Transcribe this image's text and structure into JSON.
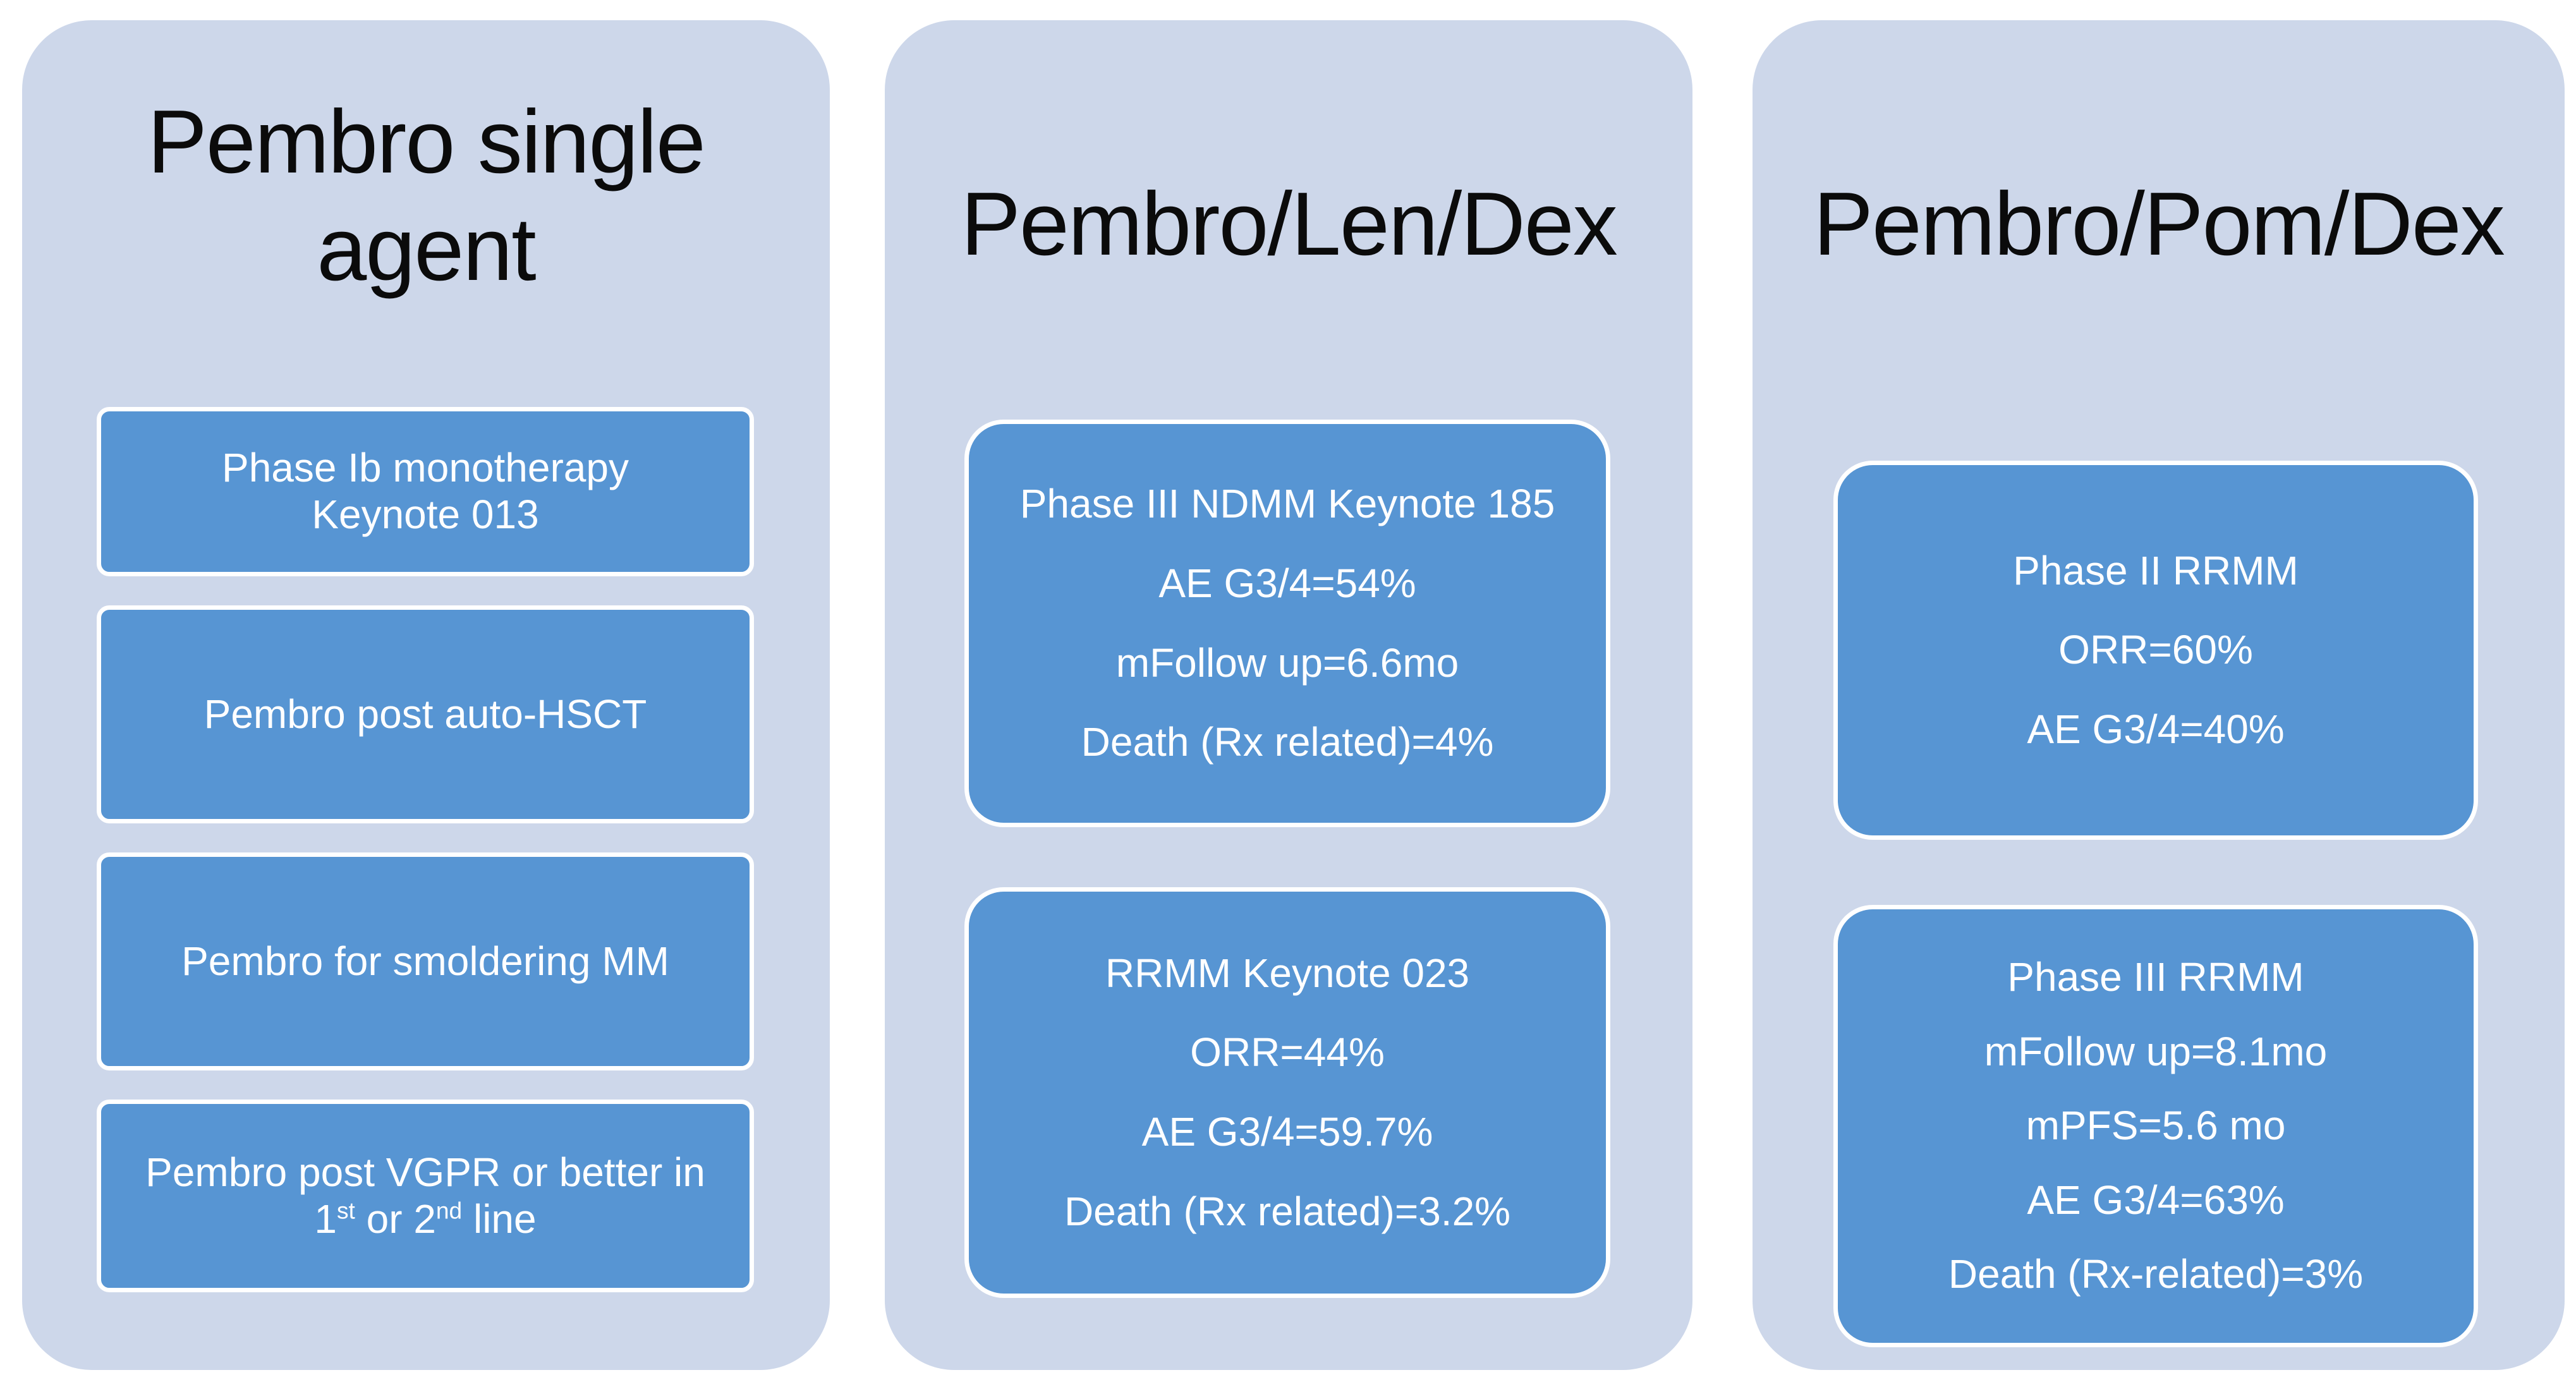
{
  "colors": {
    "page_background": "#ffffff",
    "panel_fill": "#cdd7ea",
    "box_fill": "#5795d3",
    "box_border": "#ffffff",
    "title_text": "#0b0b0b",
    "box_text": "#ffffff"
  },
  "columns": [
    {
      "title": "Pembro single agent",
      "title_lines": "Pembro single\nagent",
      "boxes": [
        {
          "lines": [
            "Phase Ib monotherapy",
            "Keynote 013"
          ]
        },
        {
          "lines": [
            "Pembro post auto-HSCT"
          ]
        },
        {
          "lines": [
            "Pembro for smoldering MM"
          ]
        },
        {
          "lines": [
            "Pembro post VGPR or better in"
          ],
          "line2": [
            "1",
            " or 2",
            " line"
          ],
          "sups": [
            "st",
            "nd"
          ]
        }
      ]
    },
    {
      "title": "Pembro/Len/Dex",
      "boxes": [
        {
          "lines": [
            "Phase III NDMM Keynote 185",
            "AE G3/4=54%",
            "mFollow up=6.6mo",
            "Death (Rx related)=4%"
          ]
        },
        {
          "lines": [
            "RRMM Keynote 023",
            "ORR=44%",
            "AE G3/4=59.7%",
            "Death (Rx related)=3.2%"
          ]
        }
      ]
    },
    {
      "title": "Pembro/Pom/Dex",
      "boxes": [
        {
          "lines": [
            "Phase II RRMM",
            "ORR=60%",
            "AE G3/4=40%"
          ]
        },
        {
          "lines": [
            "Phase III RRMM",
            "mFollow up=8.1mo",
            "mPFS=5.6 mo",
            "AE G3/4=63%",
            "Death (Rx-related)=3%"
          ]
        }
      ]
    }
  ]
}
